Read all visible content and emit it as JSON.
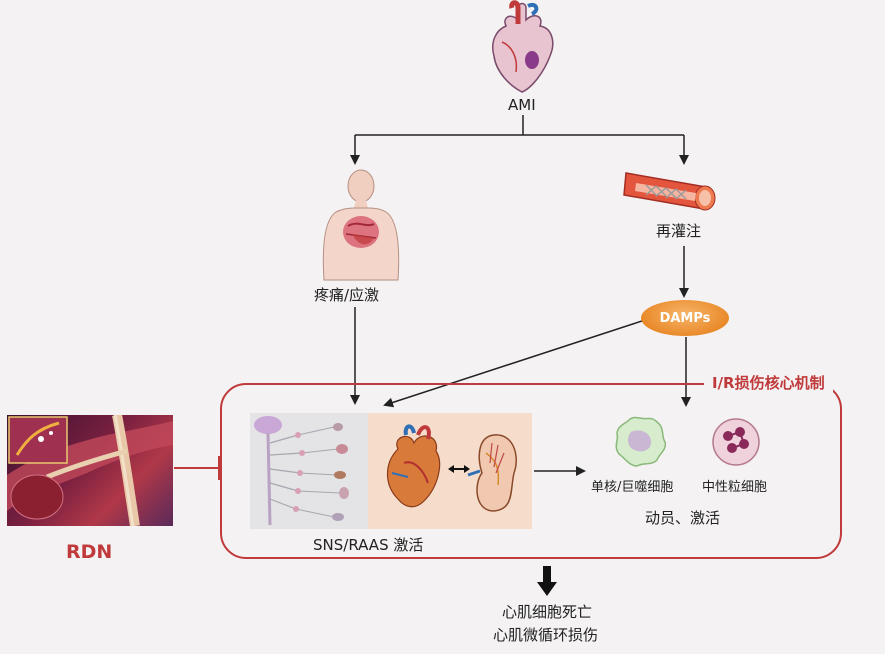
{
  "nodes": {
    "ami": "AMI",
    "pain": "疼痛/应激",
    "reperfusion": "再灌注",
    "damps": "DAMPs",
    "core_title": "I/R损伤核心机制",
    "sns_raas": "SNS/RAAS 激活",
    "monocyte": "单核/巨噬细胞",
    "neutrophil": "中性粒细胞",
    "mobilize": "动员、激活",
    "rdn": "RDN",
    "outcome_line1": "心肌细胞死亡",
    "outcome_line2": "心肌微循环损伤"
  },
  "colors": {
    "accent_red": "#c0393b",
    "damps_orange": "#e98a2a",
    "arrow": "#222222"
  },
  "icons": [
    "heart-illustration",
    "human-torso-illustration",
    "blood-vessel-illustration",
    "nervous-system-illustration",
    "heart-kidney-illustration",
    "monocyte-cell-illustration",
    "neutrophil-cell-illustration",
    "renal-denervation-image"
  ]
}
